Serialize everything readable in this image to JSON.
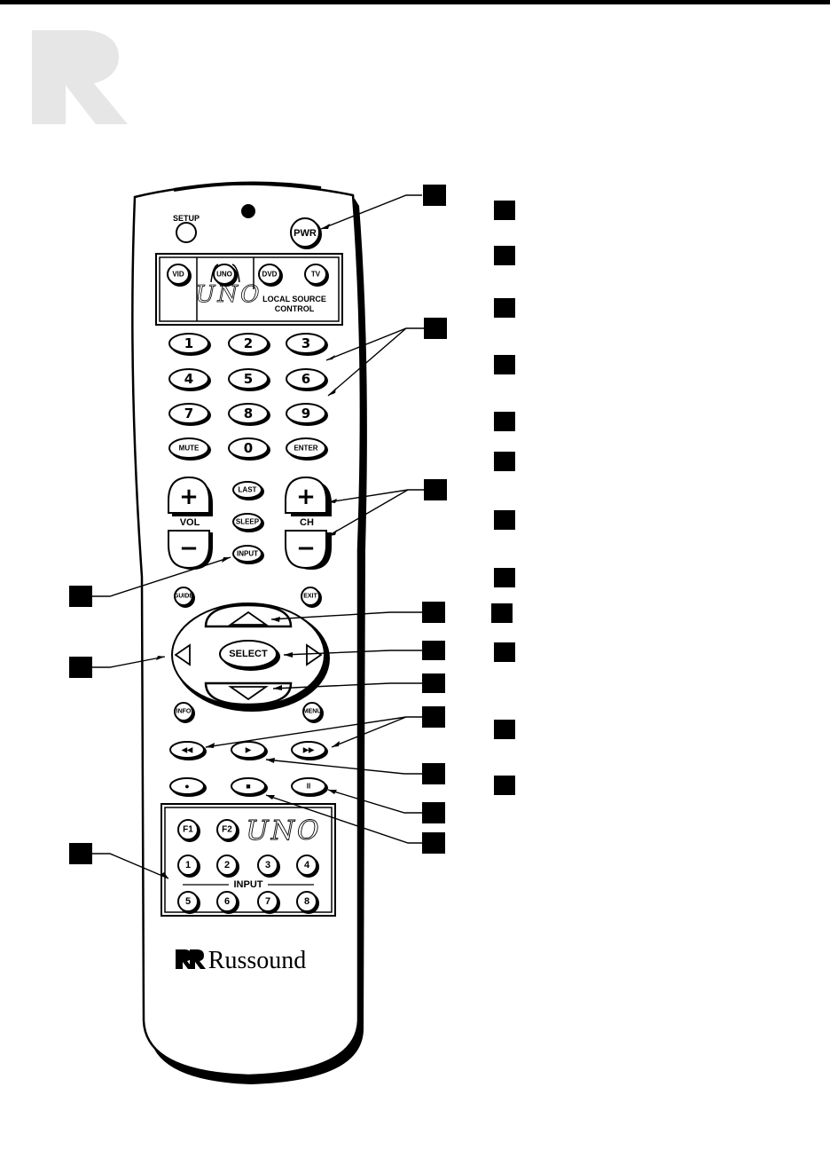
{
  "remote": {
    "setup_label": "SETUP",
    "pwr_label": "PWR",
    "local_source": {
      "vid_label": "VID",
      "uno_label": "UNO",
      "dvd_label": "DVD",
      "tv_label": "TV",
      "caption_line1": "LOCAL SOURCE",
      "caption_line2": "CONTROL",
      "uno_script": "UNO"
    },
    "digits": [
      "1",
      "2",
      "3",
      "4",
      "5",
      "6",
      "7",
      "8",
      "9"
    ],
    "mute_label": "MUTE",
    "zero_label": "0",
    "enter_label": "ENTER",
    "vol_label": "VOL",
    "ch_label": "CH",
    "plus_symbol": "+",
    "minus_symbol": "−",
    "last_label": "LAST",
    "sleep_label": "SLEEP",
    "input_label": "INPUT",
    "guide_label": "GUIDE",
    "exit_label": "EXIT",
    "select_label": "SELECT",
    "info_label": "INFO",
    "menu_label": "MENU",
    "transport": {
      "rewind": "◀◀",
      "play": "▶",
      "fast_forward": "▶▶",
      "record": "●",
      "stop": "■",
      "pause": "II"
    },
    "uno_panel": {
      "f1_label": "F1",
      "f2_label": "F2",
      "uno_script": "UNO",
      "inputs": [
        "1",
        "2",
        "3",
        "4",
        "5",
        "6",
        "7",
        "8"
      ],
      "input_caption": "INPUT"
    },
    "brand": "Russound"
  }
}
